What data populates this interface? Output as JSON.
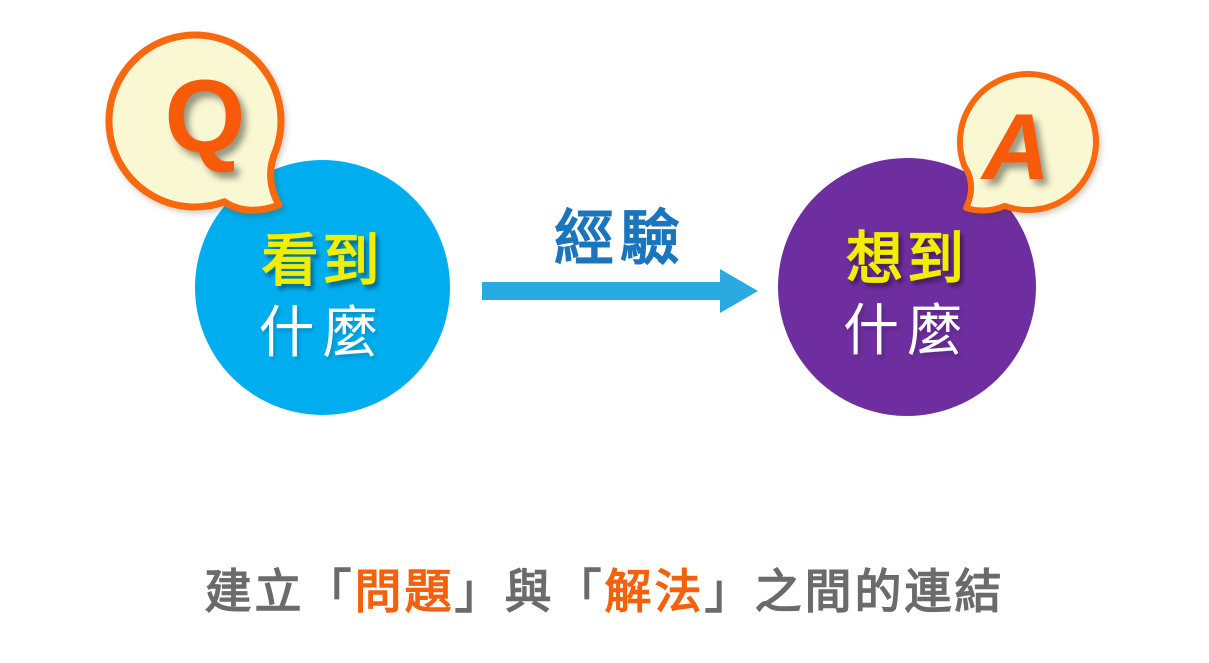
{
  "colors": {
    "circle-blue": "#00AEEF",
    "circle-purple": "#6E2E9F",
    "bubble-fill": "#FAF8D2",
    "bubble-border": "#F8680F",
    "letter-orange": "#F75B09",
    "arrow-blue": "#29ABE2",
    "label-blue": "#1B75BC",
    "text-yellow": "#F1EE00",
    "text-white": "#FFFFFF",
    "caption-gray": "#6B6B6B",
    "caption-orange": "#F4610C"
  },
  "flow": {
    "left_circle": {
      "line1": "看到",
      "line2": "什麼"
    },
    "right_circle": {
      "line1": "想到",
      "line2": "什麼"
    },
    "arrow": {
      "label": "經驗"
    },
    "question_bubble": {
      "letter": "Q"
    },
    "answer_bubble": {
      "letter": "A"
    }
  },
  "caption": {
    "parts": [
      {
        "text": "建立「",
        "emphasis": false
      },
      {
        "text": "問題",
        "emphasis": true
      },
      {
        "text": "」與「",
        "emphasis": false
      },
      {
        "text": "解法",
        "emphasis": true
      },
      {
        "text": "」之間的連結",
        "emphasis": false
      }
    ]
  }
}
